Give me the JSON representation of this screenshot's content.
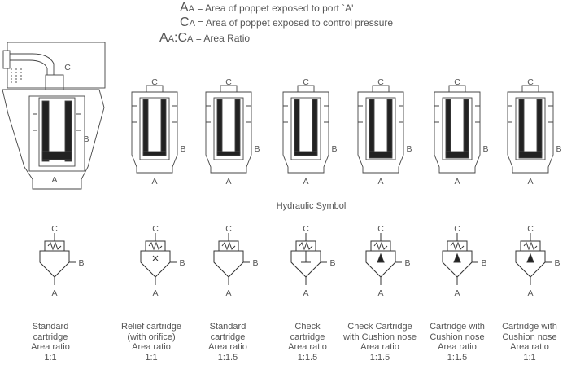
{
  "legend": {
    "row1": {
      "sym": "A",
      "sub": "A",
      "text": " = Area of poppet exposed to port `A'"
    },
    "row2": {
      "sym": "C",
      "sub": "A",
      "text": " = Area of poppet exposed to control pressure"
    },
    "row3": {
      "sym1": "A",
      "sub1": "A",
      "sep": ":",
      "sym2": "C",
      "sub2": "A",
      "text": " = Area Ratio"
    }
  },
  "section_title": "Hydraulic Symbol",
  "port_labels": {
    "a": "A",
    "b": "B",
    "c": "C"
  },
  "cartridges": [
    {
      "line1": "Standard",
      "line2": "cartridge",
      "line3": "Area ratio",
      "line4": "1:1",
      "fill": "none"
    },
    {
      "line1": "Relief cartridge",
      "line2": "(with orifice)",
      "line3": "Area ratio",
      "line4": "1:1",
      "fill": "orifice"
    },
    {
      "line1": "Standard",
      "line2": "cartridge",
      "line3": "Area ratio",
      "line4": "1:1.5",
      "fill": "none"
    },
    {
      "line1": "Check",
      "line2": "cartridge",
      "line3": "Area ratio",
      "line4": "1:1.5",
      "fill": "check"
    },
    {
      "line1": "Check Cartridge",
      "line2": "with Cushion nose",
      "line3": "Area ratio",
      "line4": "1:1.5",
      "fill": "cushion"
    },
    {
      "line1": "Cartridge with",
      "line2": "Cushion nose",
      "line3": "Area ratio",
      "line4": "1:1.5",
      "fill": "cushion"
    },
    {
      "line1": "Cartridge with",
      "line2": "Cushion nose",
      "line3": "Area ratio",
      "line4": "1:1",
      "fill": "cushion"
    }
  ]
}
